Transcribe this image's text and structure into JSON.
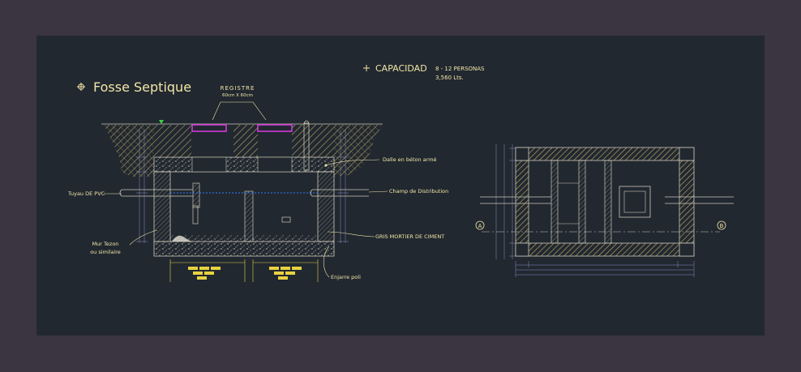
{
  "title": "Fosse Septique",
  "capacity": {
    "label": "CAPACIDAD",
    "persons": "8 - 12 PERSONAS",
    "volume": "3,560 Lts."
  },
  "registre": {
    "title": "REGISTRE",
    "size": "60cm X 60cm"
  },
  "labels": {
    "dalle": "Dalle en béton armé",
    "champ": "Champ de Distribution",
    "tuyau": "Tuyau DE PVC",
    "gris": "GRIS MORTIER DE CIMENT",
    "mur_line1": "Mur Tezon",
    "mur_line2": "ou similaire",
    "enjarre": "Enjarre poli"
  },
  "plan_markers": {
    "left": "A",
    "right": "B"
  },
  "colors": {
    "background_outer": "#3a3540",
    "background_drawing": "#212830",
    "soil_hatch": "#c9b06a",
    "text_main": "#f2e6a6",
    "registre_lid": "#d23ad8",
    "water_line": "#2f7bff",
    "wall_stroke": "#cfc8b8",
    "dimension": "#8b8cc0"
  }
}
